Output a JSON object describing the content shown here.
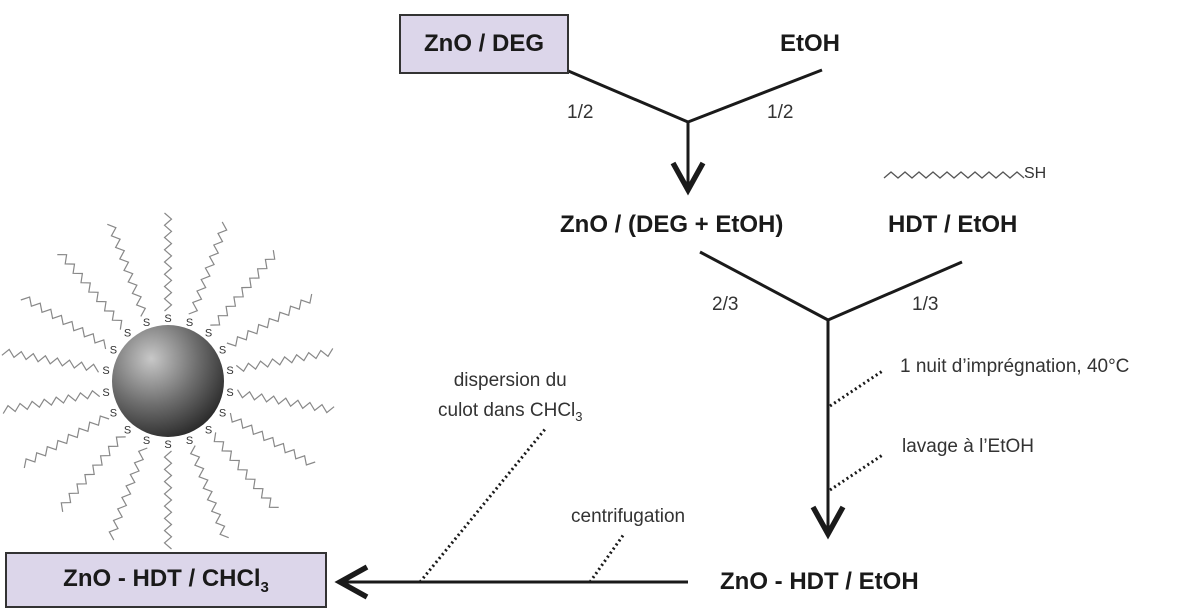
{
  "nodes": {
    "zno_deg": "ZnO / DEG",
    "etoh": "EtOH",
    "zno_deg_etoh": "ZnO / (DEG + EtOH)",
    "hdt_etoh": "HDT / EtOH",
    "zno_hdt_etoh": "ZnO - HDT / EtOH",
    "zno_hdt_chcl3": "ZnO - HDT / CHCl",
    "zno_hdt_chcl3_sub": "3"
  },
  "fractions": {
    "first_left": "1/2",
    "first_right": "1/2",
    "second_left": "2/3",
    "second_right": "1/3"
  },
  "steps": {
    "impregnation": "1 nuit d’imprégnation, 40°C",
    "lavage": "lavage à l’EtOH",
    "centrifugation": "centrifugation",
    "dispersion_line1": "dispersion du",
    "dispersion_line2": "culot dans CHCl",
    "dispersion_sub": "3"
  },
  "molecule": {
    "thiol_label": "SH",
    "sulfur_label": "S"
  },
  "colors": {
    "box_fill": "#dcd6ea",
    "line": "#1a1a1a",
    "chain": "#888888"
  }
}
